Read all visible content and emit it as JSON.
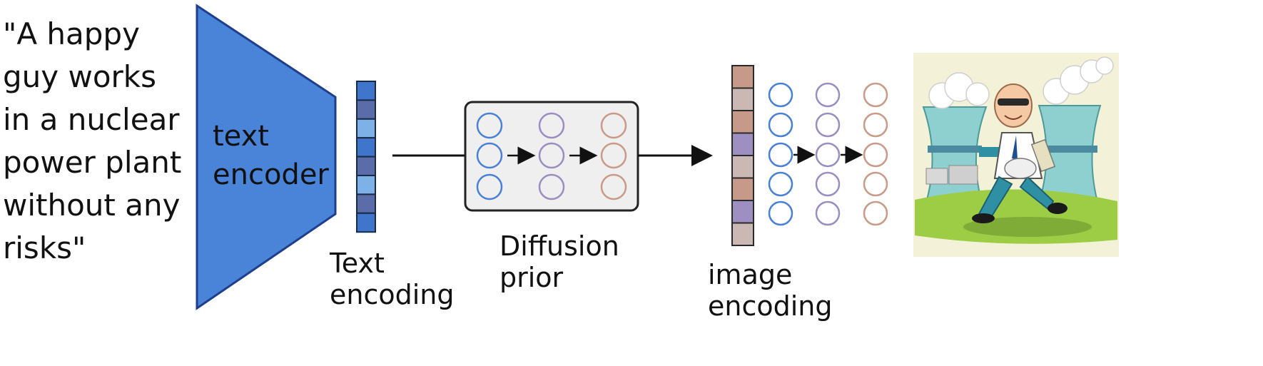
{
  "prompt": {
    "lines": [
      "\"A happy",
      "guy works",
      "in a nuclear",
      "power plant",
      "without any",
      "risks\""
    ]
  },
  "text_encoder": {
    "label_lines": [
      "text",
      "encoder"
    ],
    "fill": "#4a84d8",
    "stroke": "#1e3f8c"
  },
  "text_encoding": {
    "label_lines": [
      "Text",
      "encoding"
    ],
    "cell_colors": [
      "#3f76cc",
      "#5a6da8",
      "#7eb1e6",
      "#3f76cc",
      "#5a6da8",
      "#7eb1e6",
      "#5a6da8",
      "#3f76cc"
    ]
  },
  "diffusion_prior": {
    "label_lines": [
      "Diffusion",
      "prior"
    ],
    "box_fill": "#efefef",
    "layer_colors": [
      "#4a80d4",
      "#9a8ec0",
      "#c89a88"
    ]
  },
  "image_encoding": {
    "label_lines": [
      "image",
      "encoding"
    ],
    "cell_colors": [
      "#c69a88",
      "#c9b8b4",
      "#c69a88",
      "#9d90c0",
      "#c9b8b4",
      "#c69a88",
      "#9d90c0",
      "#c9b8b4"
    ],
    "layer_colors": [
      "#4a80d4",
      "#9a8ec0",
      "#c89a88"
    ]
  },
  "output_image": {
    "icon": "happy-worker-nuclear-plant-illustration"
  }
}
